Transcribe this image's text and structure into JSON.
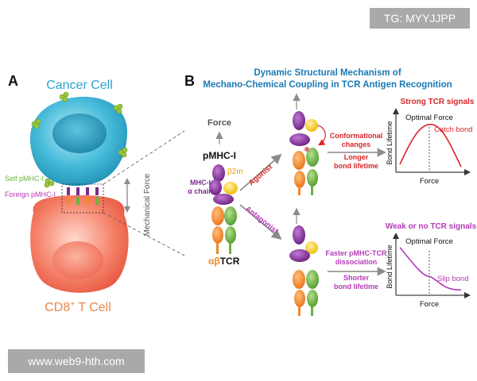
{
  "watermark_top": "TG: MYYJJPP",
  "watermark_bottom": "www.web9-hth.com",
  "panel_a": {
    "letter": "A",
    "cancer_cell": "Cancer Cell",
    "t_cell_prefix": "CD8",
    "t_cell_sup": "+",
    "t_cell_suffix": " T Cell",
    "self_pmhc": "Self pMHC-I",
    "foreign_pmhc": "Foreign pMHC-I",
    "mechanical_force": "Mechanical Force"
  },
  "panel_b": {
    "letter": "B",
    "title_line1": "Dynamic Structural Mechanism of",
    "title_line2": "Mechano-Chemical Coupling in TCR Antigen Recognition",
    "force": "Force",
    "pmhc": "pMHC-I",
    "mhc_line1": "MHC-I",
    "mhc_line2": "α chain",
    "b2m": "β2m",
    "tcr_prefix": "αβ",
    "tcr_suffix": "TCR",
    "agonist": "Agonist",
    "antagonist": "Antagonist",
    "conf_line1": "Conformational",
    "conf_line2": "changes",
    "longer_line1": "Longer",
    "longer_line2": "bond lifetime",
    "faster_line1": "Faster pMHC-TCR",
    "faster_line2": "dissociation",
    "shorter_line1": "Shorter",
    "shorter_line2": "bond lifetime",
    "strong_signal": "Strong  TCR signals",
    "weak_signal": "Weak or no TCR signals"
  },
  "colors": {
    "cancer": "#3fb6d6",
    "tcell": "#f26c4f",
    "purple": "#7b2d8e",
    "yellow": "#f5c518",
    "orange": "#f0892a",
    "green": "#69b33f",
    "red": "#d7262a",
    "magenta": "#b53ab8",
    "blue": "#1a7ab5"
  },
  "chart_data": [
    {
      "type": "line",
      "xlabel": "Force",
      "ylabel": "Bond Lifetime",
      "annotations": [
        "Optimal Force",
        "Catch bond"
      ],
      "series": [
        {
          "name": "Catch bond",
          "x": [
            0,
            0.5,
            1
          ],
          "y": [
            0.15,
            0.9,
            0.1
          ]
        }
      ]
    },
    {
      "type": "line",
      "xlabel": "Force",
      "ylabel": "Bond Lifetime",
      "annotations": [
        "Optimal Force",
        "Slip bond"
      ],
      "series": [
        {
          "name": "Slip bond",
          "x": [
            0,
            0.5,
            1
          ],
          "y": [
            0.9,
            0.35,
            0.1
          ]
        }
      ]
    }
  ]
}
